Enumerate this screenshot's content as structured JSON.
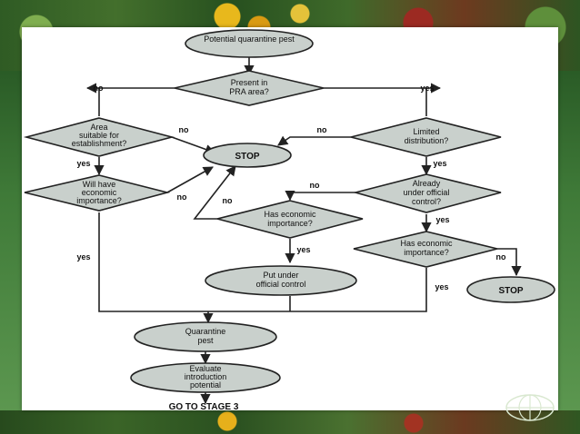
{
  "diagram": {
    "start": "Potential quarantine pest",
    "present_in_pra_area": {
      "line1": "Present in",
      "line2": "PRA area?"
    },
    "area_suitable": {
      "line1": "Area",
      "line2": "suitable for",
      "line3": "establishment?"
    },
    "limited_distribution": {
      "line1": "Limited",
      "line2": "distribution?"
    },
    "stop_center": "STOP",
    "will_have_importance": {
      "line1": "Will have",
      "line2": "economic",
      "line3": "importance?"
    },
    "already_official_control": {
      "line1": "Already",
      "line2": "under official",
      "line3": "control?"
    },
    "has_importance_left": {
      "line1": "Has economic",
      "line2": "importance?"
    },
    "has_importance_right": {
      "line1": "Has economic",
      "line2": "importance?"
    },
    "put_under_control": {
      "line1": "Put under",
      "line2": "official control"
    },
    "stop_right": "STOP",
    "quarantine_pest": {
      "line1": "Quarantine",
      "line2": "pest"
    },
    "evaluate": {
      "line1": "Evaluate",
      "line2": "introduction",
      "line3": "potential"
    },
    "go_to_stage": "GO TO STAGE 3",
    "labels": {
      "yes": "yes",
      "no": "no"
    }
  },
  "colors": {
    "shape_fill": "#c9d0cc",
    "panel": "#ffffff",
    "background": "#3f7a38"
  }
}
